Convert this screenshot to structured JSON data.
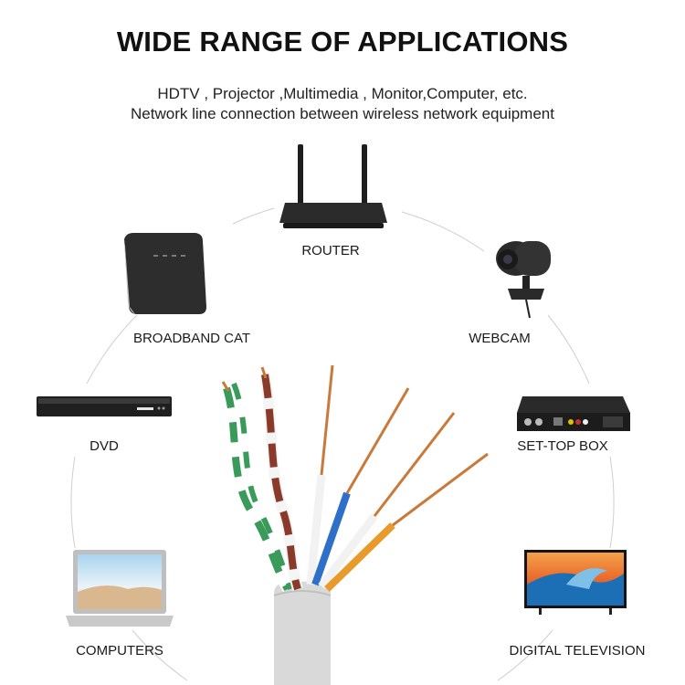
{
  "title": "WIDE RANGE OF APPLICATIONS",
  "subtitle_line1": "HDTV , Projector ,Multimedia , Monitor,Computer, etc.",
  "subtitle_line2": "Network line connection between wireless network equipment",
  "devices": [
    {
      "label": "ROUTER",
      "icon": "router-icon"
    },
    {
      "label": "BROADBAND CAT",
      "icon": "modem-icon"
    },
    {
      "label": "WEBCAM",
      "icon": "webcam-icon"
    },
    {
      "label": "DVD",
      "icon": "dvd-player-icon"
    },
    {
      "label": "SET-TOP BOX",
      "icon": "set-top-box-icon"
    },
    {
      "label": "COMPUTERS",
      "icon": "laptop-icon"
    },
    {
      "label": "DIGITAL TELEVISION",
      "icon": "television-icon"
    }
  ],
  "colors": {
    "cable_sheath": "#d9d9d9",
    "wire_green": "#3a9a5a",
    "wire_brown": "#8a3a2a",
    "wire_blue": "#2e6fc7",
    "wire_orange": "#e89a2a",
    "device_dark": "#2a2a2a"
  }
}
